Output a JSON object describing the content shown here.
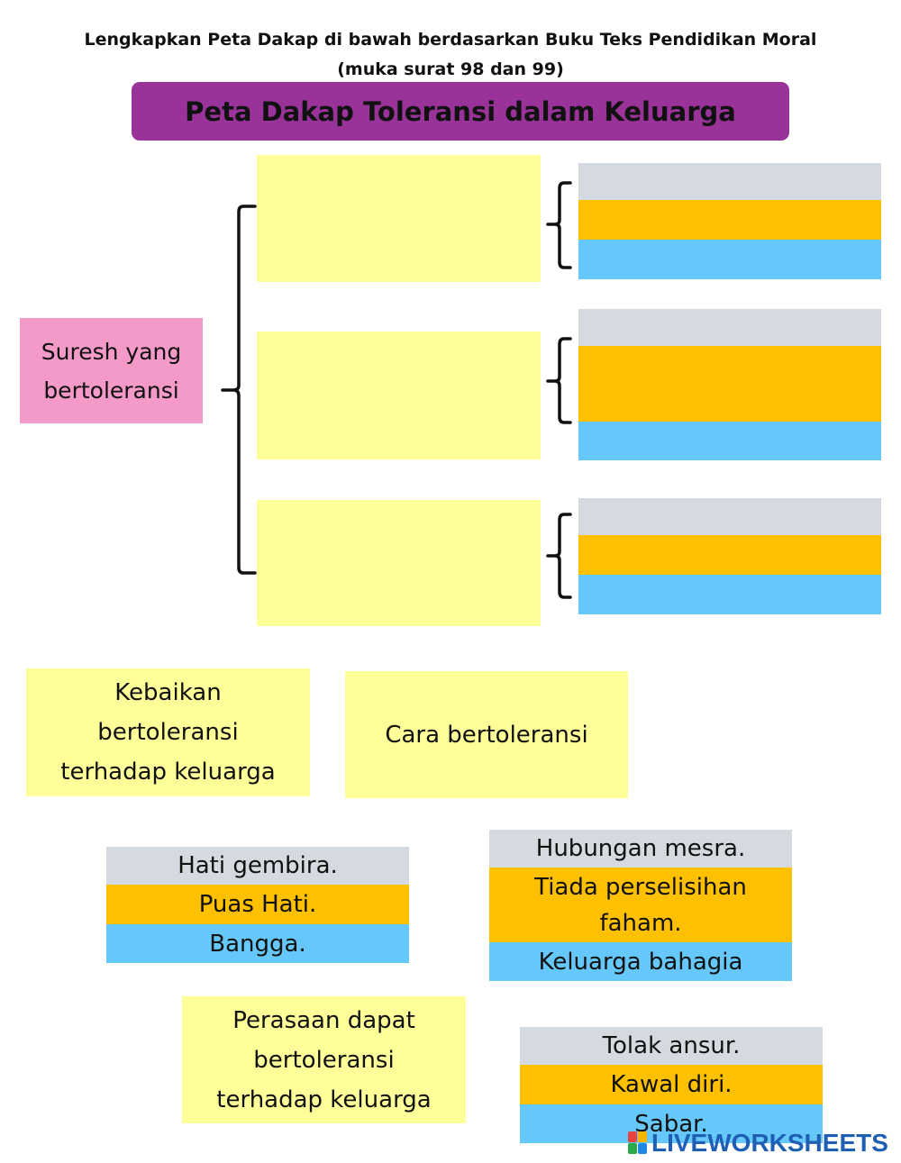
{
  "instructions": {
    "line1": "Lengkapkan Peta Dakap di bawah berdasarkan Buku Teks Pendidikan Moral",
    "line2": "(muka surat 98 dan 99)"
  },
  "title": "Peta Dakap Toleransi dalam Keluarga",
  "center_topic": {
    "line1": "Suresh yang",
    "line2": "bertoleransi"
  },
  "colors": {
    "title_bar": "#993399",
    "center_topic": "#f49ac9",
    "drop_zone": "#ffff99",
    "strip_grey": "#d5dae0",
    "strip_orange": "#ffc000",
    "strip_blue": "#66c8fa"
  },
  "answer_cards": {
    "kebaikan": {
      "line1": "Kebaikan",
      "line2": "bertoleransi",
      "line3": "terhadap keluarga"
    },
    "cara": {
      "line1": "Cara bertoleransi"
    },
    "perasaan": {
      "line1": "Perasaan dapat",
      "line2": "bertoleransi",
      "line3": "terhadap keluarga"
    },
    "feelings_set": [
      "Hati gembira.",
      "Puas Hati.",
      "Bangga."
    ],
    "benefits_set": [
      "Hubungan mesra.",
      "Tiada perselisihan faham.",
      "Keluarga bahagia"
    ],
    "ways_set": [
      "Tolak ansur.",
      "Kawal diri.",
      "Sabar."
    ]
  },
  "watermark": {
    "brand": "LIVEWORKSHEETS",
    "icon": "liveworksheets-logo-icon"
  }
}
